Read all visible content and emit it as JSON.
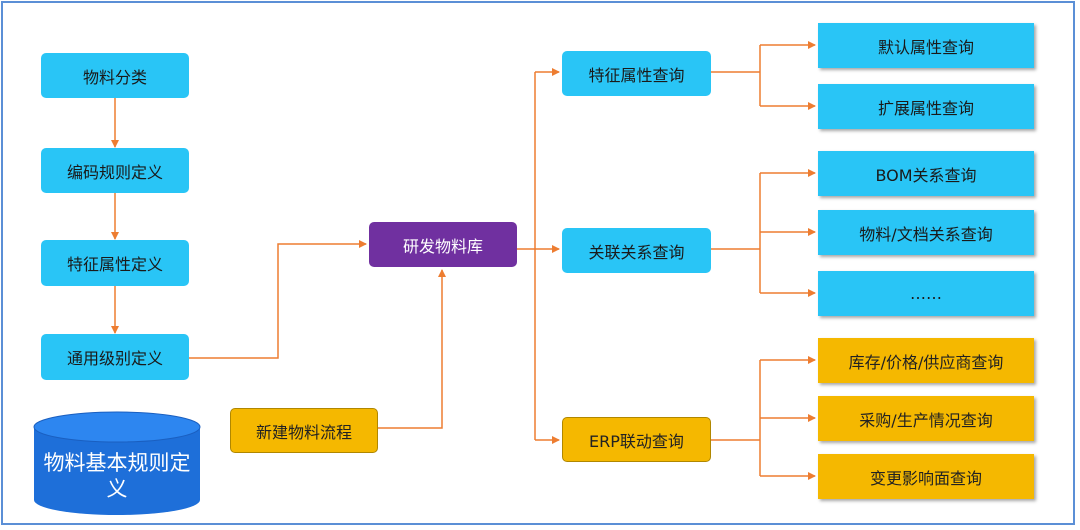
{
  "left_chain": [
    "物料分类",
    "编码规则定义",
    "特征属性定义",
    "通用级别定义"
  ],
  "database": "物料基本规则定义",
  "new_flow": "新建物料流程",
  "center": "研发物料库",
  "queries": [
    "特征属性查询",
    "关联关系查询",
    "ERP联动查询"
  ],
  "feature_results": [
    "默认属性查询",
    "扩展属性查询"
  ],
  "relation_results": [
    "BOM关系查询",
    "物料/文档关系查询",
    "……"
  ],
  "erp_results": [
    "库存/价格/供应商查询",
    "采购/生产情况查询",
    "变更影响面查询"
  ],
  "colors": {
    "cyan": "#29c5f6",
    "gold": "#f5b800",
    "purple": "#7030a0",
    "arrow": "#ed7d31",
    "database": "#1e6fd9"
  }
}
